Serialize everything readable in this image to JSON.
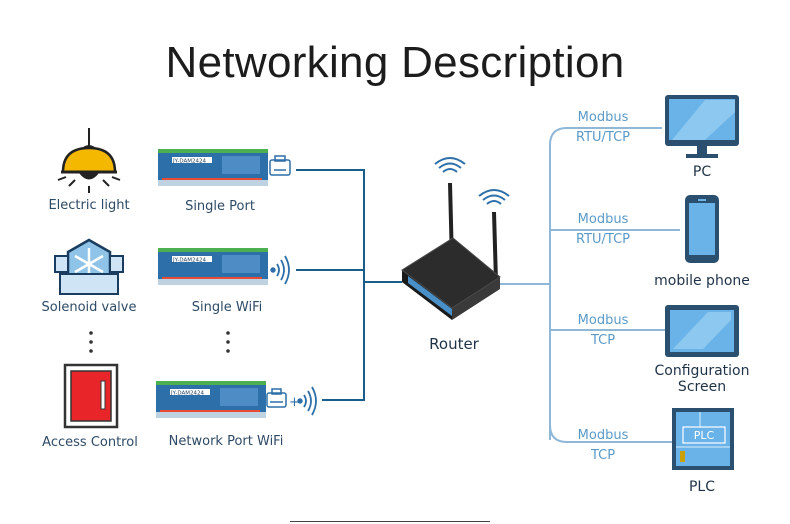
{
  "title": "Networking Description",
  "devices": [
    {
      "name": "Electric light",
      "module": "Single Port"
    },
    {
      "name": "Solenoid valve",
      "module": "Single WiFi"
    },
    {
      "name": "Access Control",
      "module": "Network Port WiFi"
    }
  ],
  "router": "Router",
  "clients": [
    {
      "name": "PC",
      "protocol_line1": "Modbus",
      "protocol_line2": "RTU/TCP"
    },
    {
      "name": "mobile phone",
      "protocol_line1": "Modbus",
      "protocol_line2": "RTU/TCP"
    },
    {
      "name_line1": "Configuration",
      "name_line2": "Screen",
      "protocol_line1": "Modbus",
      "protocol_line2": "TCP"
    },
    {
      "name": "PLC",
      "screen_text": "PLC",
      "protocol_line1": "Modbus",
      "protocol_line2": "TCP"
    }
  ],
  "module_text": "JY-DAM2424",
  "plus_sign": "+",
  "colors": {
    "line": "#1a5d8a",
    "light_line": "#8fb7d8",
    "accent_blue": "#2d6fa8",
    "lamp_yellow": "#f5b800",
    "door_red": "#e8262a"
  },
  "icons": [
    "lamp-icon",
    "valve-icon",
    "door-switch-icon",
    "ethernet-port-icon",
    "wifi-signal-icon",
    "monitor-icon",
    "smartphone-icon",
    "touch-screen-icon",
    "plc-icon"
  ]
}
